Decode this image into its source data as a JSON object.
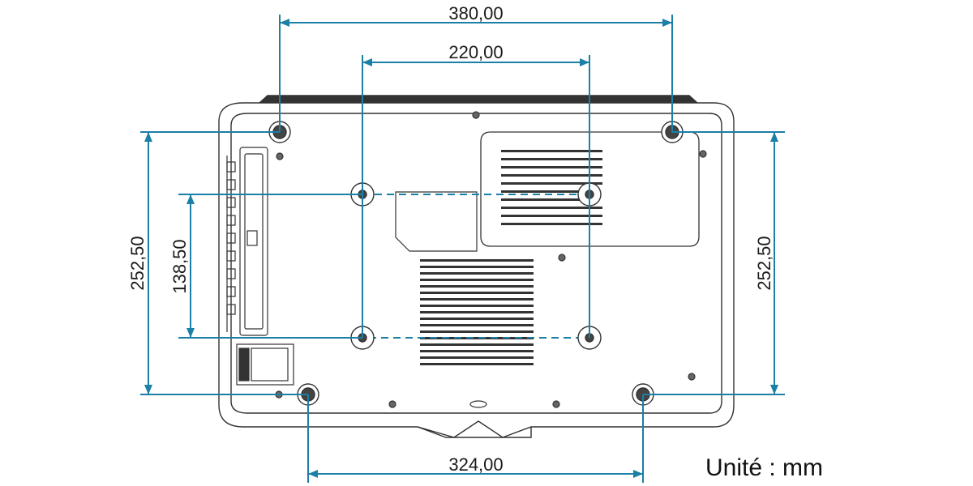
{
  "diagram": {
    "dimensions": {
      "top_outer_width": "380,00",
      "top_inner_width": "220,00",
      "bottom_width": "324,00",
      "left_outer_height": "252,50",
      "left_inner_height": "138,50",
      "right_height": "252,50"
    },
    "unit_label": "Unité : mm",
    "colors": {
      "dimension_line": "#1b7fa6",
      "outline": "#333333",
      "body_fill": "#ffffff"
    }
  }
}
